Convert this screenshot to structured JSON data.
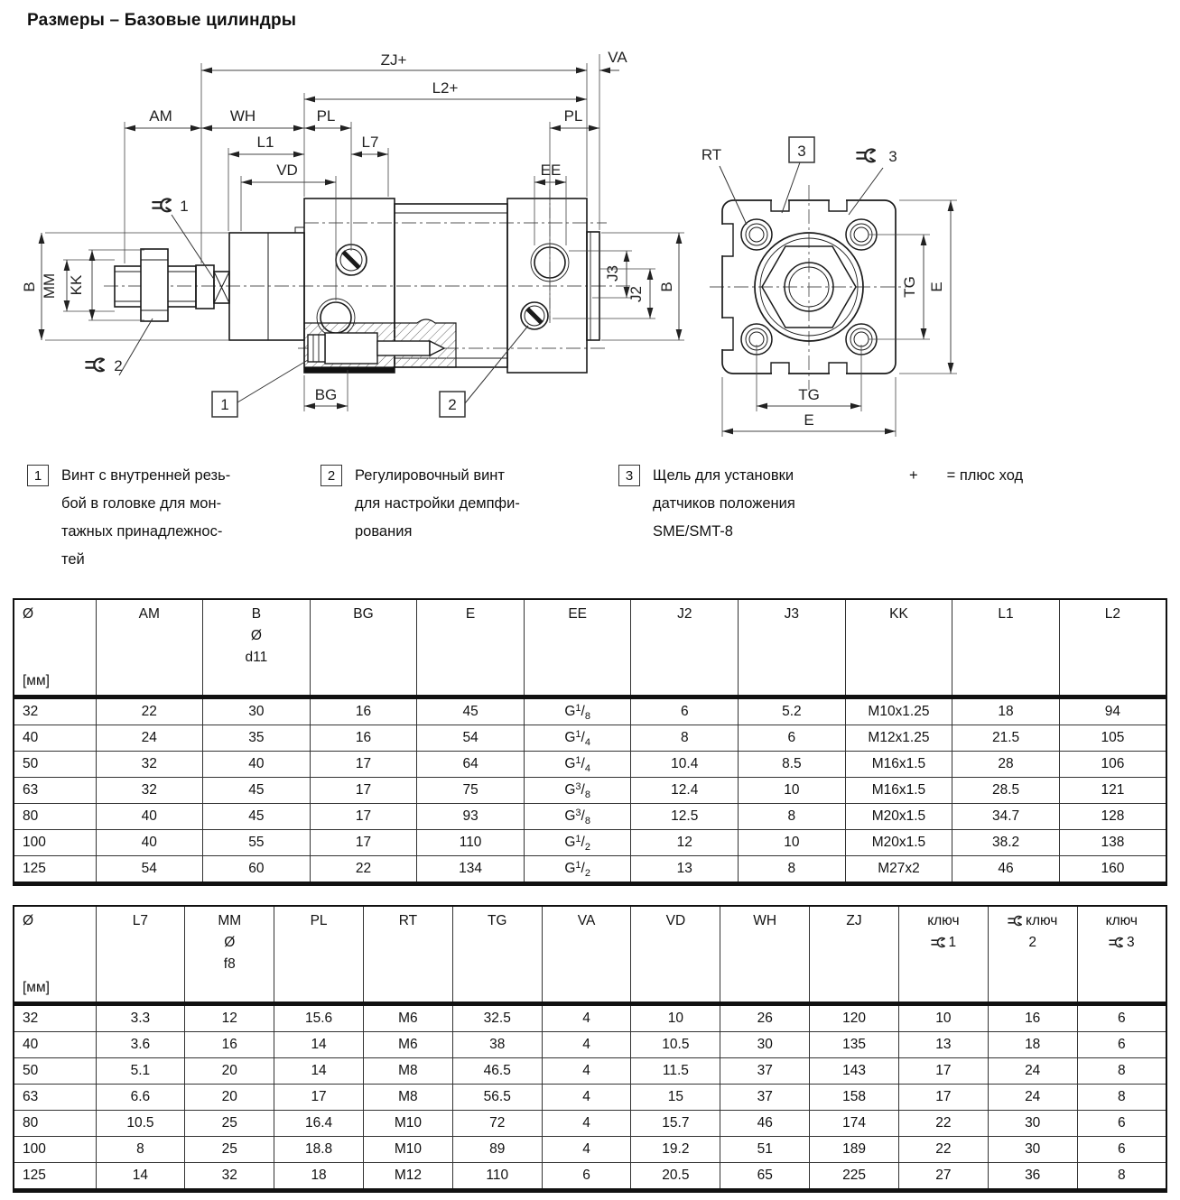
{
  "title": "Размеры – Базовые цилиндры",
  "colors": {
    "line": "#1a1a1a",
    "dim_line": "#444444",
    "text": "#111111",
    "background": "#ffffff"
  },
  "drawing": {
    "side": {
      "zj": "ZJ+",
      "l2": "L2+",
      "va": "VA",
      "am": "AM",
      "wh": "WH",
      "pl_left": "PL",
      "pl_right": "PL",
      "l1": "L1",
      "l7": "L7",
      "vd": "VD",
      "ee": "EE",
      "b_left": "B",
      "mm": "MM",
      "kk": "KK",
      "j3": "J3",
      "j2": "J2",
      "b_right": "B",
      "bg": "BG",
      "wrench1_num": "1",
      "wrench2_num": "2",
      "callout1": "1",
      "callout2": "2"
    },
    "end": {
      "rt": "RT",
      "callout3": "3",
      "wrench3_num": "3",
      "tg_right": "TG",
      "e_right": "E",
      "tg_bottom": "TG",
      "e_bottom": "E"
    }
  },
  "notes": [
    {
      "num": "1",
      "lines": [
        "Винт с внутренней резь-",
        "бой в головке для мон-",
        "тажных принадлежнос-",
        "тей"
      ]
    },
    {
      "num": "2",
      "lines": [
        "Регулировочный винт",
        "для настройки демпфи-",
        "рования"
      ]
    },
    {
      "num": "3",
      "lines": [
        "Щель для установки",
        "датчиков положения",
        "SME/SMT-8"
      ]
    }
  ],
  "plus_note": {
    "symbol": "+",
    "text": "= плюс ход"
  },
  "tables": [
    {
      "headers": [
        {
          "id": "dia",
          "lines": [
            [
              "Ø"
            ],
            [],
            [
              "[мм]"
            ]
          ]
        },
        {
          "id": "AM",
          "lines": [
            [
              "AM"
            ]
          ]
        },
        {
          "id": "B",
          "lines": [
            [
              "B"
            ],
            [
              "Ø"
            ],
            [
              "d11"
            ]
          ]
        },
        {
          "id": "BG",
          "lines": [
            [
              "BG"
            ]
          ]
        },
        {
          "id": "E",
          "lines": [
            [
              "E"
            ]
          ]
        },
        {
          "id": "EE",
          "lines": [
            [
              "EE"
            ]
          ]
        },
        {
          "id": "J2",
          "lines": [
            [
              "J2"
            ]
          ]
        },
        {
          "id": "J3",
          "lines": [
            [
              "J3"
            ]
          ]
        },
        {
          "id": "KK",
          "lines": [
            [
              "KK"
            ]
          ]
        },
        {
          "id": "L1",
          "lines": [
            [
              "L1"
            ]
          ]
        },
        {
          "id": "L2",
          "lines": [
            [
              "L2"
            ]
          ]
        }
      ],
      "rows": [
        [
          "32",
          "22",
          "30",
          "16",
          "45",
          "G1/8",
          "6",
          "5.2",
          "M10x1.25",
          "18",
          "94"
        ],
        [
          "40",
          "24",
          "35",
          "16",
          "54",
          "G1/4",
          "8",
          "6",
          "M12x1.25",
          "21.5",
          "105"
        ],
        [
          "50",
          "32",
          "40",
          "17",
          "64",
          "G1/4",
          "10.4",
          "8.5",
          "M16x1.5",
          "28",
          "106"
        ],
        [
          "63",
          "32",
          "45",
          "17",
          "75",
          "G3/8",
          "12.4",
          "10",
          "M16x1.5",
          "28.5",
          "121"
        ],
        [
          "80",
          "40",
          "45",
          "17",
          "93",
          "G3/8",
          "12.5",
          "8",
          "M20x1.5",
          "34.7",
          "128"
        ],
        [
          "100",
          "40",
          "55",
          "17",
          "110",
          "G1/2",
          "12",
          "10",
          "M20x1.5",
          "38.2",
          "138"
        ],
        [
          "125",
          "54",
          "60",
          "22",
          "134",
          "G1/2",
          "13",
          "8",
          "M27x2",
          "46",
          "160"
        ]
      ]
    },
    {
      "headers": [
        {
          "id": "dia",
          "lines": [
            [
              "Ø"
            ],
            [],
            [
              "[мм]"
            ]
          ]
        },
        {
          "id": "L7",
          "lines": [
            [
              "L7"
            ]
          ]
        },
        {
          "id": "MM",
          "lines": [
            [
              "MM"
            ],
            [
              "Ø"
            ],
            [
              "f8"
            ]
          ]
        },
        {
          "id": "PL",
          "lines": [
            [
              "PL"
            ]
          ]
        },
        {
          "id": "RT",
          "lines": [
            [
              "RT"
            ]
          ]
        },
        {
          "id": "TG",
          "lines": [
            [
              "TG"
            ]
          ]
        },
        {
          "id": "VA",
          "lines": [
            [
              "VA"
            ]
          ]
        },
        {
          "id": "VD",
          "lines": [
            [
              "VD"
            ]
          ]
        },
        {
          "id": "WH",
          "lines": [
            [
              "WH"
            ]
          ]
        },
        {
          "id": "ZJ",
          "lines": [
            [
              "ZJ"
            ]
          ]
        },
        {
          "id": "key1",
          "lines": [
            [
              "ключ"
            ],
            [
              "wrench-icon",
              "1"
            ]
          ]
        },
        {
          "id": "key2",
          "lines": [
            [
              "wrench-icon",
              "ключ"
            ],
            [
              "2"
            ]
          ]
        },
        {
          "id": "key3",
          "lines": [
            [
              "ключ"
            ],
            [
              "wrench-icon",
              "3"
            ]
          ]
        }
      ],
      "rows": [
        [
          "32",
          "3.3",
          "12",
          "15.6",
          "M6",
          "32.5",
          "4",
          "10",
          "26",
          "120",
          "10",
          "16",
          "6"
        ],
        [
          "40",
          "3.6",
          "16",
          "14",
          "M6",
          "38",
          "4",
          "10.5",
          "30",
          "135",
          "13",
          "18",
          "6"
        ],
        [
          "50",
          "5.1",
          "20",
          "14",
          "M8",
          "46.5",
          "4",
          "11.5",
          "37",
          "143",
          "17",
          "24",
          "8"
        ],
        [
          "63",
          "6.6",
          "20",
          "17",
          "M8",
          "56.5",
          "4",
          "15",
          "37",
          "158",
          "17",
          "24",
          "8"
        ],
        [
          "80",
          "10.5",
          "25",
          "16.4",
          "M10",
          "72",
          "4",
          "15.7",
          "46",
          "174",
          "22",
          "30",
          "6"
        ],
        [
          "100",
          "8",
          "25",
          "18.8",
          "M10",
          "89",
          "4",
          "19.2",
          "51",
          "189",
          "22",
          "30",
          "6"
        ],
        [
          "125",
          "14",
          "32",
          "18",
          "M12",
          "110",
          "6",
          "20.5",
          "65",
          "225",
          "27",
          "36",
          "8"
        ]
      ]
    }
  ]
}
